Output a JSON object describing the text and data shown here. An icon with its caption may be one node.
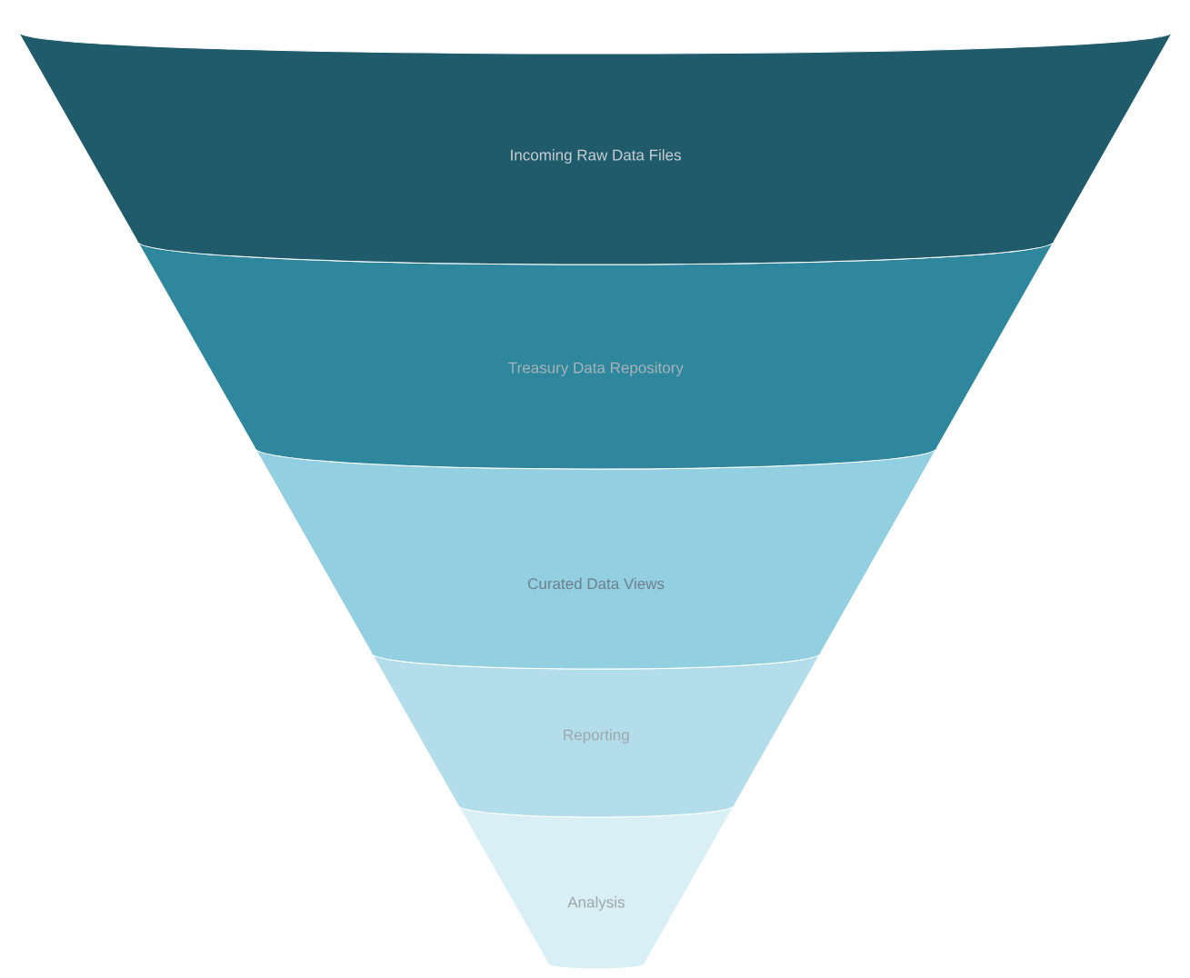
{
  "diagram": {
    "nodes": [
      {
        "text": [
          "Incoming Raw Data Files"
        ]
      },
      {
        "text": [
          "Treasury Data Repository"
        ]
      },
      {
        "text": [
          "Curated Data Views"
        ]
      },
      {
        "text": [
          "Reporting"
        ]
      },
      {
        "text": [
          "Analysis"
        ]
      }
    ]
  }
}
